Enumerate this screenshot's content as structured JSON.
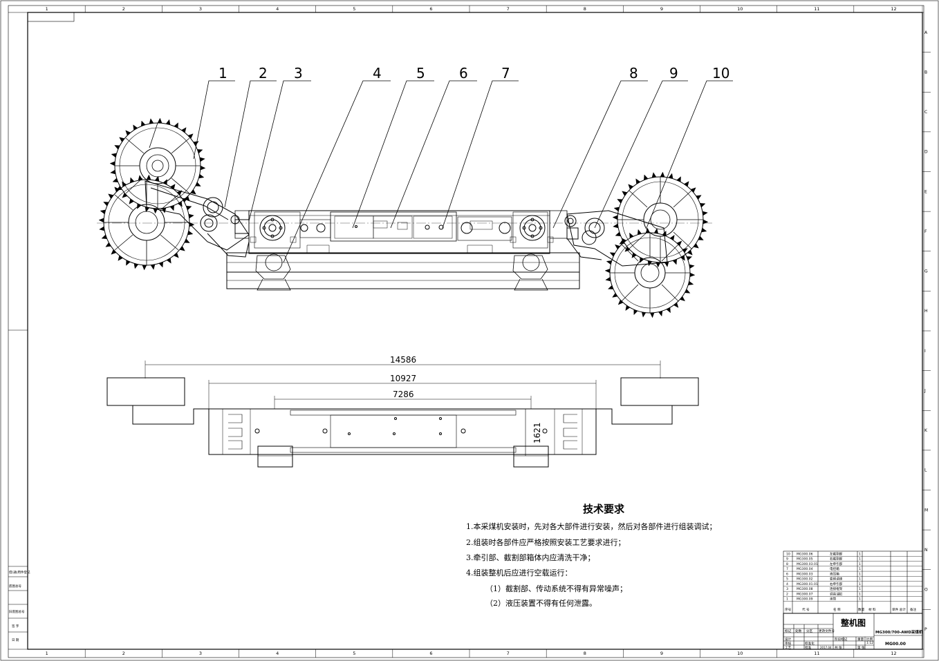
{
  "grid": {
    "columns": [
      "1",
      "2",
      "3",
      "4",
      "5",
      "6",
      "7",
      "8",
      "9",
      "10",
      "11",
      "12"
    ],
    "rows": [
      "A",
      "B",
      "C",
      "D",
      "E",
      "F",
      "G",
      "H",
      "I",
      "J",
      "K",
      "L",
      "M",
      "N",
      "O",
      "P"
    ]
  },
  "balloons": [
    "1",
    "2",
    "3",
    "4",
    "5",
    "6",
    "7",
    "8",
    "9",
    "10"
  ],
  "dimensions": {
    "overall": "14586",
    "middle": "10927",
    "inner": "7286",
    "width": "1621"
  },
  "tech": {
    "title": "技术要求",
    "lines": [
      "1.本采煤机安装时，先对各大部件进行安装，然后对各部件进行组装调试；",
      "2.组装时各部件应严格按照安装工艺要求进行；",
      "3.牵引部、截割部箱体内应清洗干净；",
      "4.组装整机后应进行空载运行：",
      "（1）截割部、传动系统不得有异常噪声；",
      "（2）液压装置不得有任何泄露。"
    ]
  },
  "side_labels": [
    "借(通)用件登记",
    "旧底图总号",
    "底图总号",
    "签 字",
    "日 期"
  ],
  "bom": {
    "rows": [
      {
        "no": "10",
        "code": "MG300.06",
        "name": "左截割部",
        "qty": "1"
      },
      {
        "no": "9",
        "code": "MG300.05",
        "name": "右截割部",
        "qty": "1"
      },
      {
        "no": "8",
        "code": "MG300.03.01",
        "name": "左牵引部",
        "qty": "1"
      },
      {
        "no": "7",
        "code": "MG300.04",
        "name": "电控箱",
        "qty": "1"
      },
      {
        "no": "6",
        "code": "MG300.03",
        "name": "液压箱",
        "qty": "1"
      },
      {
        "no": "5",
        "code": "MG300.02",
        "name": "变频调速",
        "qty": "1"
      },
      {
        "no": "4",
        "code": "MG300.01.01",
        "name": "右牵引部",
        "qty": "1"
      },
      {
        "no": "3",
        "code": "MG300.08",
        "name": "连接框架",
        "qty": "1"
      },
      {
        "no": "2",
        "code": "MG300.07",
        "name": "调高油缸",
        "qty": "1"
      },
      {
        "no": "1",
        "code": "MG300.09",
        "name": "滚筒",
        "qty": "1"
      }
    ],
    "header": {
      "no": "序号",
      "code": "代 号",
      "name": "名 称",
      "qty": "数量",
      "material": "材 料",
      "weight": "单件 总计",
      "note": "备注"
    }
  },
  "title_block": {
    "drawing_title": "整机图",
    "product": "MG300/700-AWD采煤机",
    "drawing_no": "MG00.00",
    "scale": "1:12",
    "date": "2017.04",
    "labels": {
      "mark": "标记",
      "count": "处数",
      "zone": "分区",
      "change_doc": "更改文件号",
      "sign": "签名",
      "date_label": "年月日",
      "design": "设计",
      "check": "审核",
      "process": "工艺",
      "approve": "批准",
      "std": "标准化",
      "stage": "阶段标记",
      "weight": "重量",
      "ratio": "比例",
      "sheets": "共 张",
      "sheet": "第 张"
    }
  },
  "colors": {
    "line": "#000000",
    "paper": "#ffffff",
    "guide": "#555555"
  }
}
